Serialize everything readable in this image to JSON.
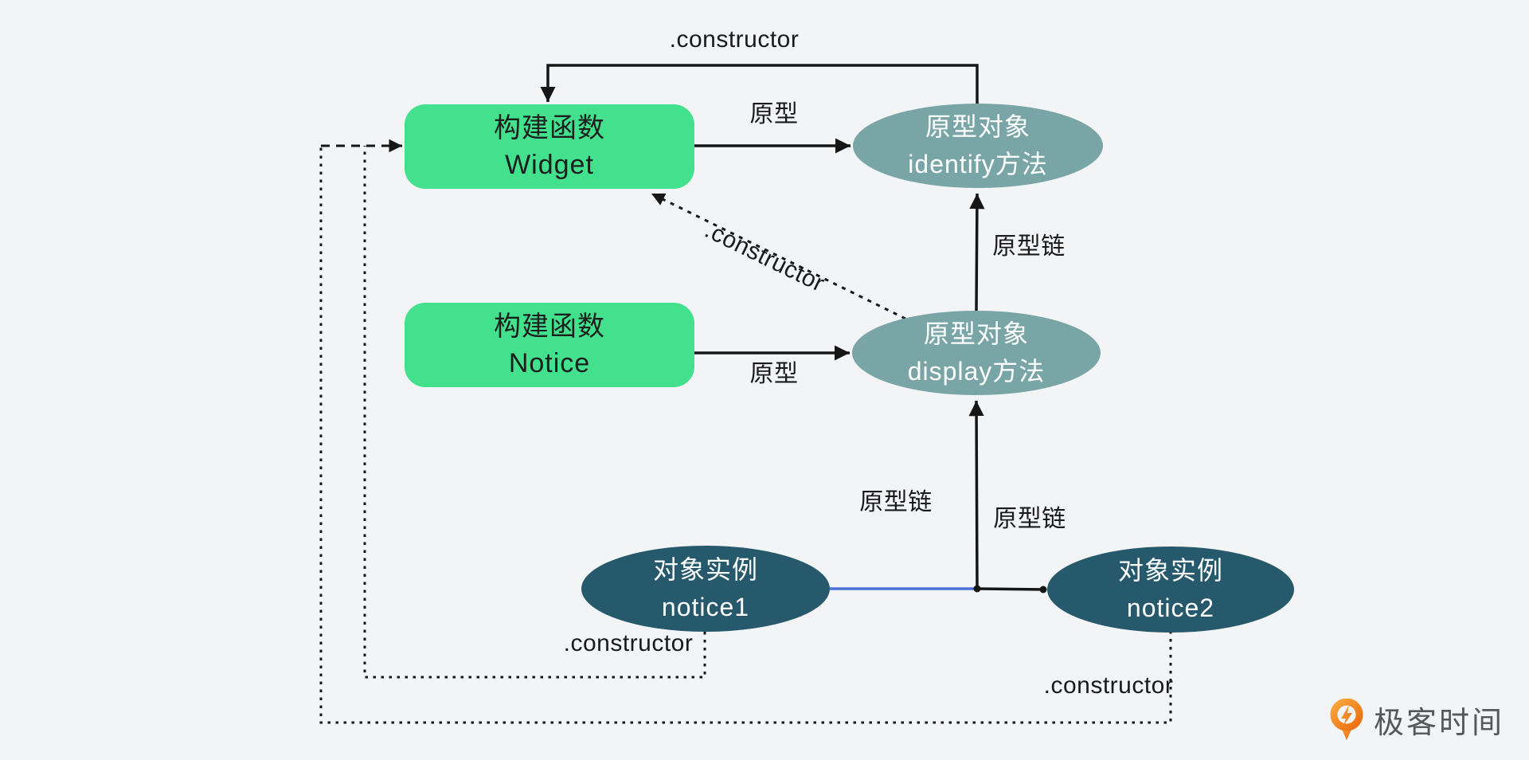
{
  "palette": {
    "background": "#f3f4f6",
    "green": "#43e08e",
    "sage": "#7aa5a6",
    "dark_teal": "#26596b",
    "line": "#161616",
    "blue": "#4a72d8",
    "label_text": "#1a1a1a",
    "logo_orange": "#ee7714",
    "logo_text": "#55585b"
  },
  "nodes": {
    "widget": {
      "line1": "构建函数",
      "line2": "Widget"
    },
    "notice": {
      "line1": "构建函数",
      "line2": "Notice"
    },
    "identify_proto": {
      "line1": "原型对象",
      "line2": "identify方法"
    },
    "display_proto": {
      "line1": "原型对象",
      "line2": "display方法"
    },
    "notice1": {
      "line1": "对象实例",
      "line2": "notice1"
    },
    "notice2": {
      "line1": "对象实例",
      "line2": "notice2"
    }
  },
  "labels": {
    "constructor_top": ".constructor",
    "constructor_diag": ".constructor",
    "constructor_notice1": ".constructor",
    "constructor_notice2": ".constructor",
    "prototype_widget": "原型",
    "prototype_notice": "原型",
    "chain_identify": "原型链",
    "chain_display_left": "原型链",
    "chain_display_right": "原型链"
  },
  "logo": {
    "text": "极客时间",
    "icon": "geektime-pin-icon"
  }
}
